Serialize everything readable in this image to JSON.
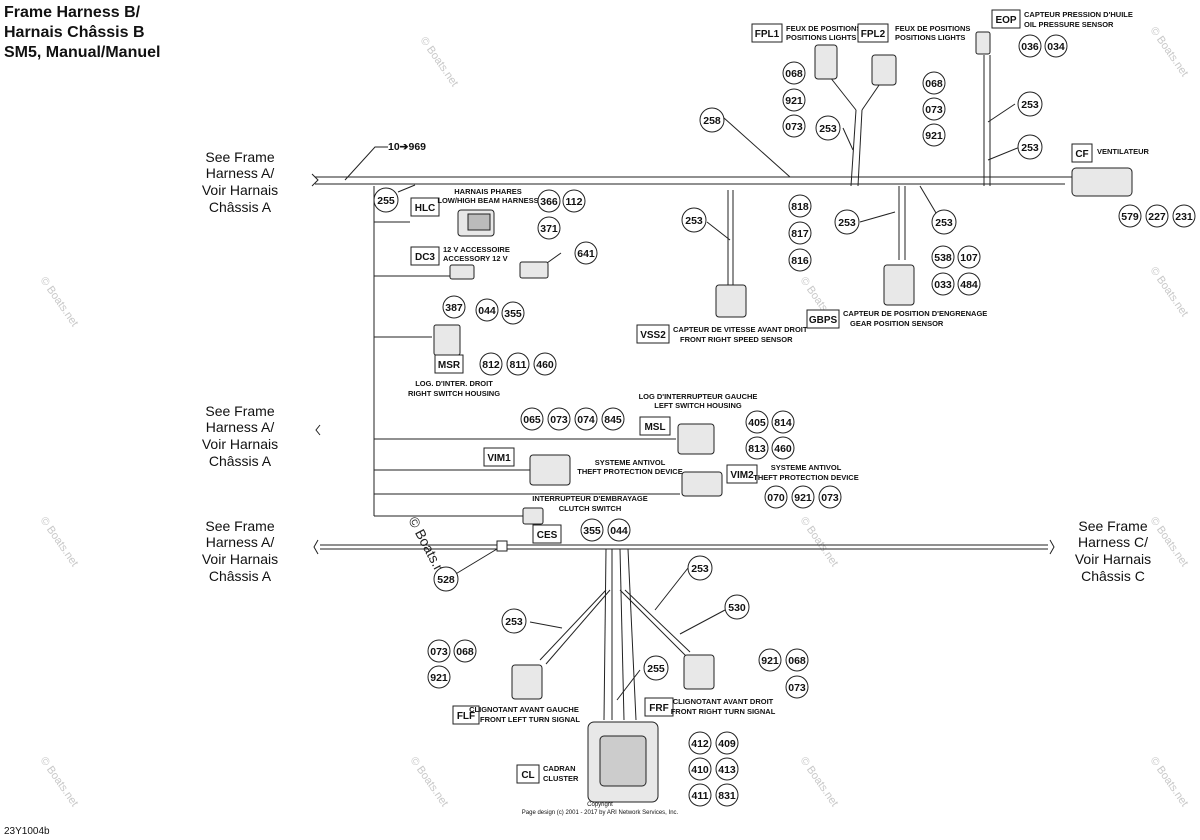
{
  "title": [
    "Frame Harness B/",
    "Harnais Châssis B",
    "SM5, Manual/Manuel"
  ],
  "see_a": [
    "See Frame",
    "Harness A/",
    "Voir Harnais",
    "Châssis A"
  ],
  "see_c": [
    "See Frame",
    "Harness C/",
    "Voir Harnais",
    "Châssis C"
  ],
  "trunk_ref": "10➔969",
  "footer_code": "23Y1004b",
  "copyright": "Page design (c) 2001 - 2017 by ARI Network Services, Inc.",
  "copyright_word": "Copyright",
  "watermark": "© Boats.net",
  "wire_refs": {
    "w255_top": "255",
    "w258": "258",
    "w253_fpl": "253",
    "w253_eop": "253",
    "w253_cf": "253",
    "w253_vss": "253",
    "w253_mid": "253",
    "w253_gbps": "253",
    "w528": "528",
    "w253_flf": "253",
    "w253_frf": "253",
    "w530": "530",
    "w255_cl": "255"
  },
  "connectors": {
    "hlc": {
      "code": "HLC",
      "fr": "HARNAIS PHARES",
      "en": "LOW/HIGH BEAM HARNESS",
      "pins": [
        "366",
        "112",
        "371"
      ]
    },
    "dc3": {
      "code": "DC3",
      "fr": "12 V ACCESSOIRE",
      "en": "ACCESSORY 12 V",
      "pins": [
        "641",
        "387",
        "044",
        "355"
      ]
    },
    "msr": {
      "code": "MSR",
      "fr": "LOG. D'INTER. DROIT",
      "en": "RIGHT SWITCH HOUSING",
      "pins": [
        "812",
        "811",
        "460"
      ]
    },
    "msl": {
      "code": "MSL",
      "fr": "LOG D'INTERRUPTEUR GAUCHE",
      "en": "LEFT SWITCH HOUSING",
      "pins": [
        "405",
        "814",
        "813",
        "460"
      ]
    },
    "vim1": {
      "code": "VIM1",
      "fr": "SYSTEME ANTIVOL",
      "en": "THEFT PROTECTION DEVICE",
      "pins": [
        "065",
        "073",
        "074",
        "845"
      ]
    },
    "vim2": {
      "code": "VIM2",
      "fr": "SYSTEME ANTIVOL",
      "en": "THEFT PROTECTION DEVICE",
      "pins": [
        "070",
        "921",
        "073"
      ]
    },
    "ces": {
      "code": "CES",
      "fr": "INTERRUPTEUR D'EMBRAYAGE",
      "en": "CLUTCH SWITCH",
      "pins": [
        "355",
        "044"
      ]
    },
    "fpl1": {
      "code": "FPL1",
      "fr": "FEUX DE POSITIONS",
      "en": "POSITIONS LIGHTS",
      "pins": [
        "068",
        "921",
        "073"
      ]
    },
    "fpl2": {
      "code": "FPL2",
      "fr": "FEUX DE POSITIONS",
      "en": "POSITIONS LIGHTS",
      "pins": [
        "068",
        "073",
        "921"
      ]
    },
    "eop": {
      "code": "EOP",
      "fr": "CAPTEUR PRESSION D'HUILE",
      "en": "OIL PRESSURE SENSOR",
      "pins": [
        "036",
        "034"
      ]
    },
    "cf": {
      "code": "CF",
      "fr": "VENTILATEUR",
      "en": "",
      "pins": [
        "579",
        "227",
        "231"
      ]
    },
    "vss2": {
      "code": "VSS2",
      "fr": "CAPTEUR DE VITESSE AVANT DROIT",
      "en": "FRONT RIGHT SPEED SENSOR",
      "pins": [
        "818",
        "817",
        "816"
      ]
    },
    "gbps": {
      "code": "GBPS",
      "fr": "CAPTEUR DE POSITION D'ENGRENAGE",
      "en": "GEAR POSITION SENSOR",
      "pins": [
        "538",
        "107",
        "033",
        "484"
      ]
    },
    "flf": {
      "code": "FLF",
      "fr": "CLIGNOTANT AVANT GAUCHE",
      "en": "FRONT LEFT TURN SIGNAL",
      "pins": [
        "073",
        "068",
        "921"
      ]
    },
    "frf": {
      "code": "FRF",
      "fr": "CLIGNOTANT AVANT DROIT",
      "en": "FRONT RIGHT TURN SIGNAL",
      "pins": [
        "921",
        "068",
        "073"
      ]
    },
    "cl": {
      "code": "CL",
      "fr": "CADRAN",
      "en": "CLUSTER",
      "pins": [
        "412",
        "409",
        "410",
        "413",
        "411",
        "831"
      ]
    }
  }
}
